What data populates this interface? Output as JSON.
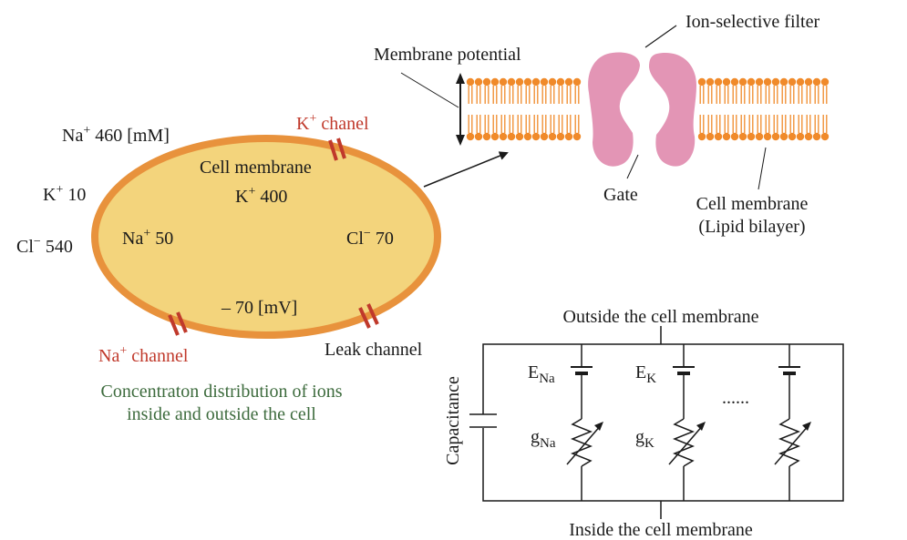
{
  "colors": {
    "cell_fill": "#f3d47c",
    "cell_outline": "#e8923c",
    "channel": "#c0392b",
    "lipid": "#f08a2a",
    "protein": "#e395b5",
    "caption": "#3d6b3d",
    "text": "#1a1a1a"
  },
  "cell": {
    "outside_na": {
      "ion": "Na",
      "charge": "+",
      "value": "460 [mM]"
    },
    "outside_k": {
      "ion": "K",
      "charge": "+",
      "value": "10"
    },
    "outside_cl": {
      "ion": "Cl",
      "charge": "−",
      "value": "540"
    },
    "membrane_label": "Cell membrane",
    "inside_k": {
      "ion": "K",
      "charge": "+",
      "value": "400"
    },
    "inside_na": {
      "ion": "Na",
      "charge": "+",
      "value": "50"
    },
    "inside_cl": {
      "ion": "Cl",
      "charge": "−",
      "value": "70"
    },
    "potential": "– 70 [mV]",
    "k_channel": {
      "ion": "K",
      "charge": "+",
      "name": "chanel"
    },
    "na_channel": {
      "ion": "Na",
      "charge": "+",
      "name": "channel"
    },
    "leak_channel": "Leak channel",
    "caption_line1": "Concentraton distribution of ions",
    "caption_line2": "inside and outside the cell"
  },
  "channel_detail": {
    "ion_selective_filter": "Ion-selective filter",
    "membrane_potential": "Membrane potential",
    "gate": "Gate",
    "membrane_line1": "Cell membrane",
    "membrane_line2": "(Lipid bilayer)"
  },
  "circuit": {
    "outside": "Outside the cell membrane",
    "inside": "Inside the cell membrane",
    "capacitance": "Capacitance",
    "e_na": {
      "main": "E",
      "sub": "Na"
    },
    "e_k": {
      "main": "E",
      "sub": "K"
    },
    "g_na": {
      "main": "g",
      "sub": "Na"
    },
    "g_k": {
      "main": "g",
      "sub": "K"
    },
    "ellipsis": "......"
  }
}
